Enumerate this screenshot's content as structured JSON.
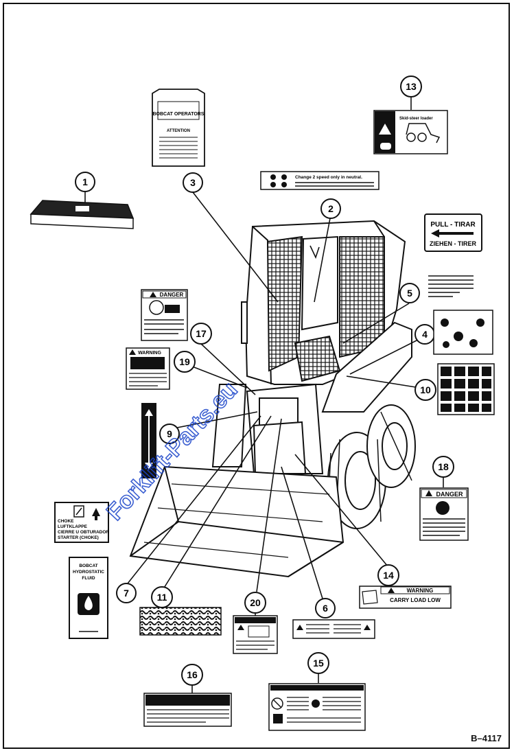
{
  "figure_id": "B–4117",
  "callouts": [
    "1",
    "2",
    "3",
    "4",
    "5",
    "6",
    "7",
    "9",
    "10",
    "11",
    "13",
    "14",
    "15",
    "16",
    "17",
    "18",
    "19",
    "20"
  ],
  "decals": {
    "pull_tirar": {
      "line1": "PULL - TIRAR",
      "line2": "ZIEHEN - TIRER"
    },
    "choke": {
      "line1": "CHOKE",
      "line2": "LUFTKLAPPE",
      "line3": "CIERRE U OBTURADOR",
      "line4": "STARTER (CHOKE)"
    },
    "hydrostatic": {
      "line1": "BOBCAT",
      "line2": "HYDROSTATIC",
      "line3": "FLUID"
    },
    "carry_load": {
      "header": "WARNING",
      "text": "CARRY LOAD LOW"
    },
    "danger_header": "DANGER",
    "warning_header": "WARNING",
    "manual_header": "BOBCAT OPERATORS",
    "attention": "ATTENTION",
    "two_speed": "Change 2 speed only in neutral.",
    "skid_steer": "Skid-steer loader"
  },
  "watermark": "Forklift-Parts.eu",
  "colors": {
    "ink": "#111111",
    "background": "#ffffff",
    "watermark": "#1a44c9"
  }
}
